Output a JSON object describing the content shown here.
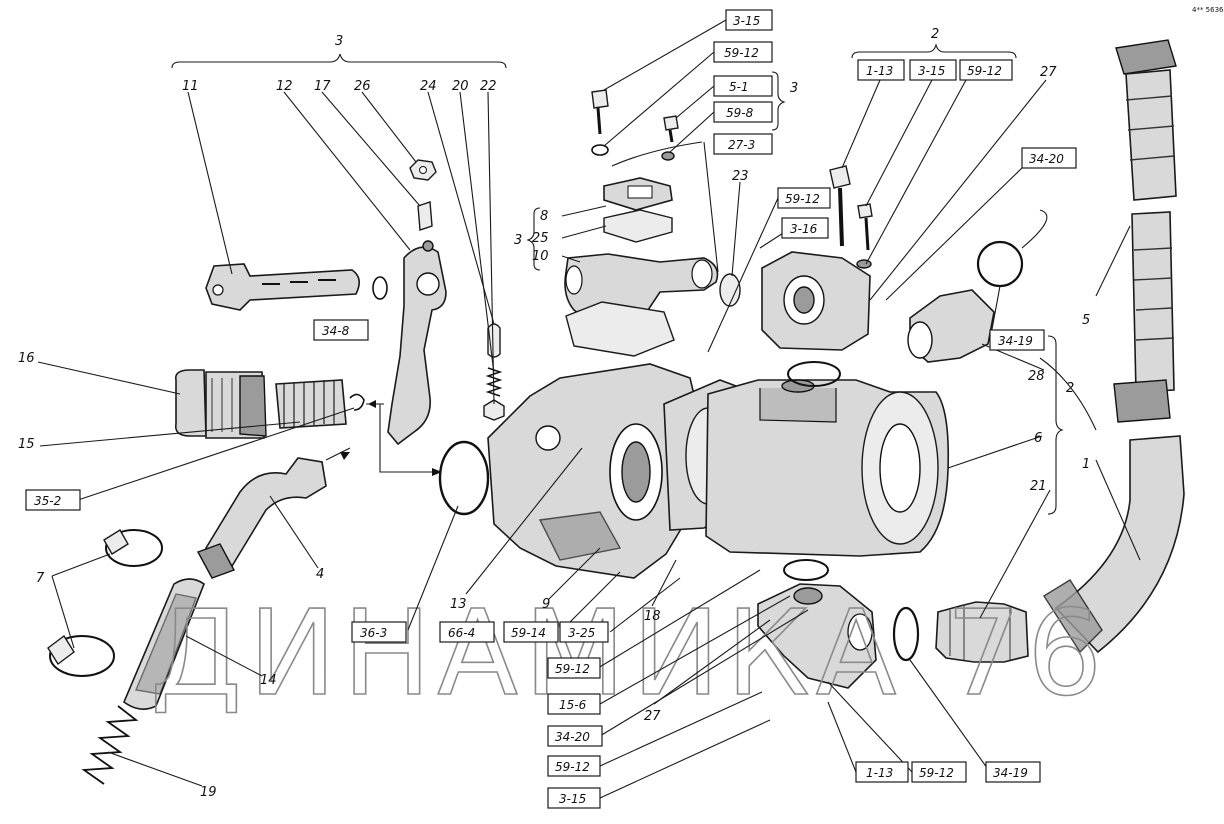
{
  "watermark": "ДИНАМИКА 76",
  "corner_mark": "4** 5636",
  "group_labels": {
    "group3_top": "3",
    "group2_top": "2",
    "bracket3_right": "3",
    "group3_left": "3",
    "group2_right": "2"
  },
  "callouts": [
    {
      "id": "c11",
      "text": "11"
    },
    {
      "id": "c12",
      "text": "12"
    },
    {
      "id": "c17",
      "text": "17"
    },
    {
      "id": "c26",
      "text": "26"
    },
    {
      "id": "c24",
      "text": "24"
    },
    {
      "id": "c20",
      "text": "20"
    },
    {
      "id": "c22",
      "text": "22"
    },
    {
      "id": "c16",
      "text": "16"
    },
    {
      "id": "c15",
      "text": "15"
    },
    {
      "id": "c7",
      "text": "7"
    },
    {
      "id": "c4",
      "text": "4"
    },
    {
      "id": "c14",
      "text": "14"
    },
    {
      "id": "c19",
      "text": "19"
    },
    {
      "id": "c13",
      "text": "13"
    },
    {
      "id": "c9",
      "text": "9"
    },
    {
      "id": "c18",
      "text": "18"
    },
    {
      "id": "c8",
      "text": "8"
    },
    {
      "id": "c25",
      "text": "25"
    },
    {
      "id": "c10",
      "text": "10"
    },
    {
      "id": "c23",
      "text": "23"
    },
    {
      "id": "c27a",
      "text": "27"
    },
    {
      "id": "c27b",
      "text": "27"
    },
    {
      "id": "c28",
      "text": "28"
    },
    {
      "id": "c6",
      "text": "6"
    },
    {
      "id": "c21",
      "text": "21"
    },
    {
      "id": "c5",
      "text": "5"
    },
    {
      "id": "c1",
      "text": "1"
    }
  ],
  "ref_boxes": [
    {
      "id": "b1",
      "text": "3-15"
    },
    {
      "id": "b2",
      "text": "59-12"
    },
    {
      "id": "b3",
      "text": "5-1"
    },
    {
      "id": "b4",
      "text": "59-8"
    },
    {
      "id": "b5",
      "text": "27-3"
    },
    {
      "id": "b6",
      "text": "1-13"
    },
    {
      "id": "b7",
      "text": "3-15"
    },
    {
      "id": "b8",
      "text": "59-12"
    },
    {
      "id": "b9",
      "text": "34-20"
    },
    {
      "id": "b10",
      "text": "59-12"
    },
    {
      "id": "b11",
      "text": "3-16"
    },
    {
      "id": "b12",
      "text": "34-8"
    },
    {
      "id": "b13",
      "text": "34-19"
    },
    {
      "id": "b14",
      "text": "35-2"
    },
    {
      "id": "b15",
      "text": "36-3"
    },
    {
      "id": "b16",
      "text": "66-4"
    },
    {
      "id": "b17",
      "text": "59-14"
    },
    {
      "id": "b18",
      "text": "3-25"
    },
    {
      "id": "b19",
      "text": "59-12"
    },
    {
      "id": "b20",
      "text": "15-6"
    },
    {
      "id": "b21",
      "text": "34-20"
    },
    {
      "id": "b22",
      "text": "59-12"
    },
    {
      "id": "b23",
      "text": "3-15"
    },
    {
      "id": "b24",
      "text": "1-13"
    },
    {
      "id": "b25",
      "text": "59-12"
    },
    {
      "id": "b26",
      "text": "34-19"
    }
  ]
}
